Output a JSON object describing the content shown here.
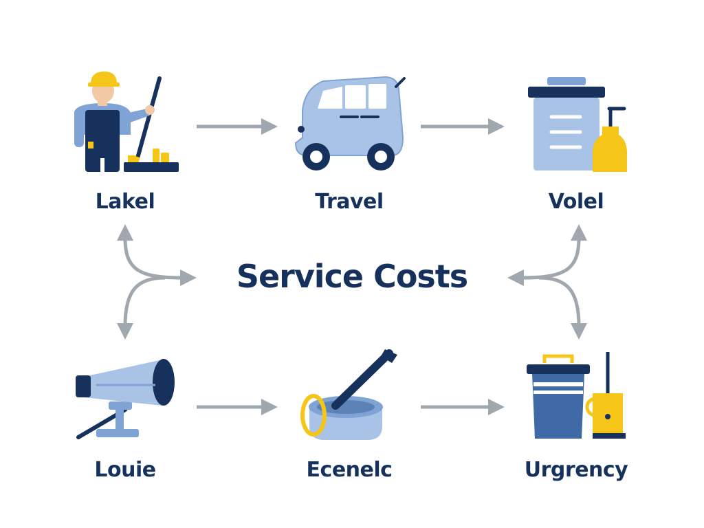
{
  "title": "Service Costs",
  "nodes": [
    {
      "id": "worker",
      "label": "Lakel",
      "icon": "worker-with-mop-icon"
    },
    {
      "id": "van",
      "label": "Travel",
      "icon": "van-icon"
    },
    {
      "id": "container",
      "label": "Volel",
      "icon": "container-and-bottle-icon"
    },
    {
      "id": "camera",
      "label": "Louie",
      "icon": "camera-on-stand-icon"
    },
    {
      "id": "mortar",
      "label": "Ecenelc",
      "icon": "mortar-and-pestle-icon"
    },
    {
      "id": "bin",
      "label": "Urgrency",
      "icon": "bin-and-sprayer-icon"
    }
  ],
  "colors": {
    "navy": "#16325c",
    "light_blue": "#a9c3e6",
    "mid_blue": "#7fa3d4",
    "yellow": "#f5c518",
    "arrow_gray": "#a0a7ae"
  }
}
